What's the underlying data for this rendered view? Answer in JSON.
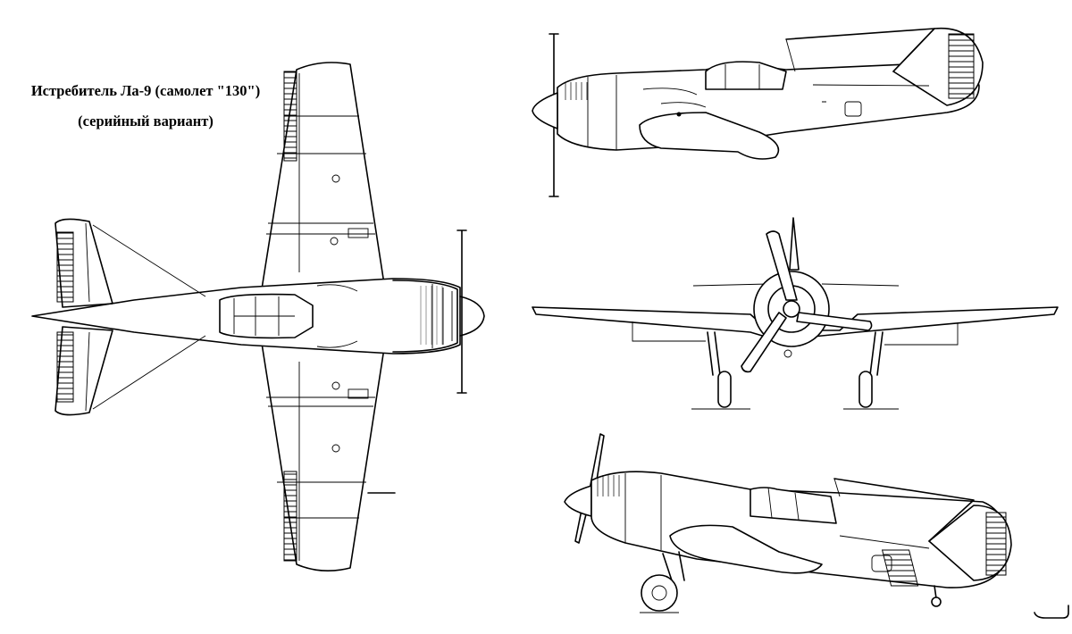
{
  "drawing": {
    "title": "Истребитель Ла-9 (самолет \"130\")",
    "subtitle": "(серийный вариант)"
  },
  "views": [
    "top-view",
    "side-view",
    "front-view",
    "perspective-view"
  ]
}
